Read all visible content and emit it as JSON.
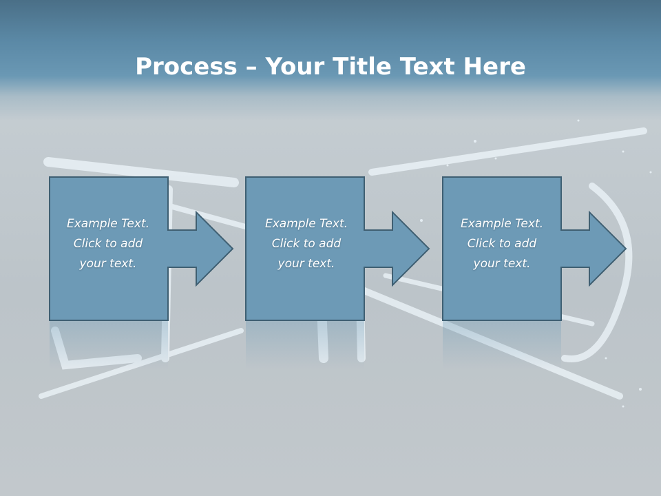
{
  "slide": {
    "title_bold": "Process",
    "title_rest": " – Your Title Text Here"
  },
  "steps": [
    {
      "line1": "Example Text.",
      "line2": "Click  to add",
      "line3": "your text."
    },
    {
      "line1": "Example Text.",
      "line2": "Click  to add",
      "line3": "your text."
    },
    {
      "line1": "Example Text.",
      "line2": "Click  to add",
      "line3": "your text."
    }
  ],
  "colors": {
    "box_fill": "#6d9ab6",
    "box_stroke": "#3f5f72",
    "chalk": "#eef6fb"
  }
}
